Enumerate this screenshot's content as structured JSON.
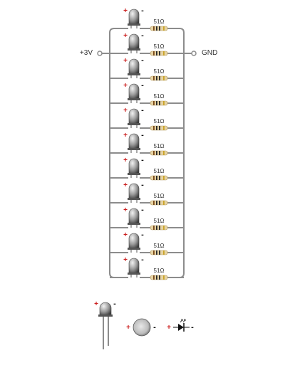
{
  "terminals": {
    "positive_label": "+3V",
    "negative_label": "GND"
  },
  "branch": {
    "resistor_label": "51Ω",
    "plus_mark": "+",
    "minus_mark": "-"
  },
  "branch_count": 11,
  "legend": {
    "plus_mark": "+",
    "minus_mark": "-"
  },
  "colors": {
    "wire": "#8c8c8c",
    "plus": "#cc1f1f",
    "minus": "#111111",
    "resistor_body": "#e6d3a3",
    "led_dark": "#3c3c3c",
    "led_light": "#d8d8d8"
  }
}
